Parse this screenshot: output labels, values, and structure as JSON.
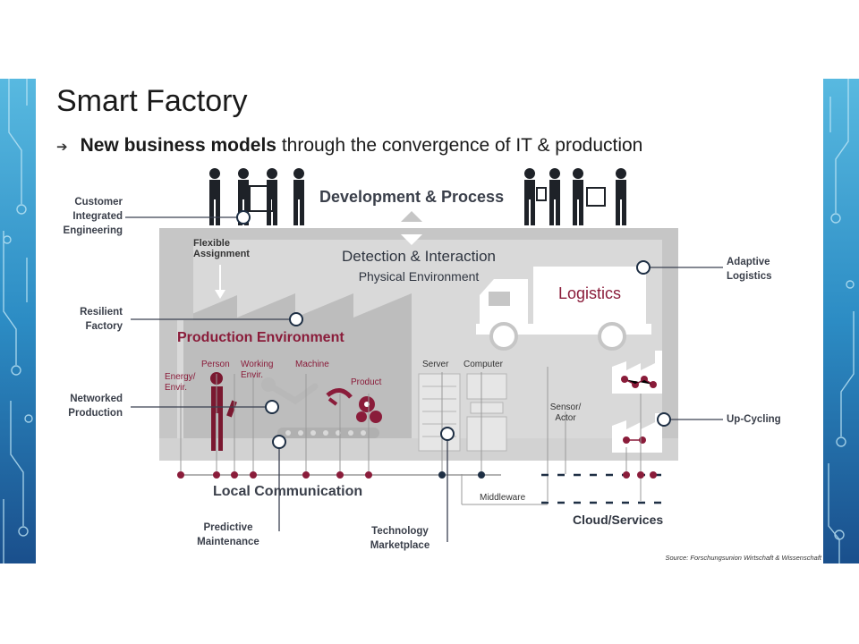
{
  "slide": {
    "title": "Smart Factory",
    "subtitle_bold": "New business models",
    "subtitle_rest": " through the convergence of IT & production",
    "source": "Source: Forschungsunion Wirtschaft & Wissenschaft"
  },
  "diagram": {
    "top_label": "Development & Process",
    "detection": "Detection & Interaction",
    "physical": "Physical Environment",
    "flexible": [
      "Flexible",
      "Assignment"
    ],
    "logistics": "Logistics",
    "production_env": "Production Environment",
    "energy": [
      "Energy/",
      "Envir."
    ],
    "person": "Person",
    "working": [
      "Working",
      "Envir."
    ],
    "machine": "Machine",
    "product": "Product",
    "server": "Server",
    "computer": "Computer",
    "sensor": [
      "Sensor/",
      "Actor"
    ],
    "local_comm": "Local Communication",
    "middleware": "Middleware",
    "cloud": "Cloud/Services"
  },
  "callouts": {
    "customer": [
      "Customer",
      "Integrated",
      "Engineering"
    ],
    "resilient": [
      "Resilient",
      "Factory"
    ],
    "networked": [
      "Networked",
      "Production"
    ],
    "predictive": [
      "Predictive",
      "Maintenance"
    ],
    "technology": [
      "Technology",
      "Marketplace"
    ],
    "adaptive": [
      "Adaptive",
      "Logistics"
    ],
    "upcycling": "Up-Cycling"
  },
  "colors": {
    "side_bar": "#1f7fb8",
    "gray_panel": "#c6c6c6",
    "accent": "#8a1c3a",
    "callout_line": "#3a4050"
  }
}
